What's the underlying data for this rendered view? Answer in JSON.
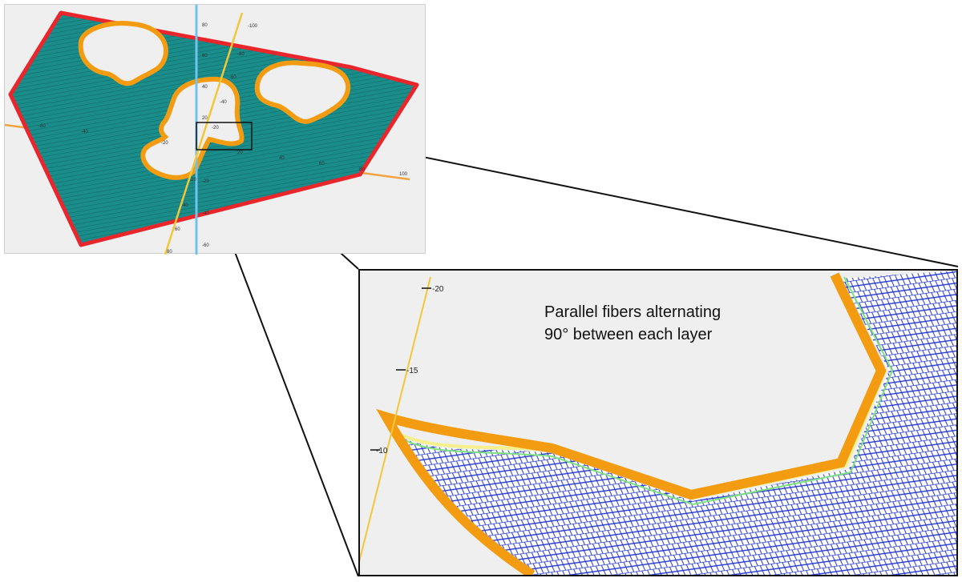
{
  "colors": {
    "part_fill": "#1a8c8a",
    "part_outline": "#e8262b",
    "hole_outline": "#f39c12",
    "blue_axis": "#6fc3ec",
    "orange_axis": "#f4a340",
    "yellow_axis": "#f2c73a",
    "fiber_blue": "#2233cc",
    "fiber_green": "#7ee07e",
    "fiber_yellow": "#f6f08a",
    "background": "#efefef"
  },
  "overview": {
    "blue_axis_ticks": [
      "80",
      "60",
      "40",
      "20",
      "-20",
      "-40",
      "-60"
    ],
    "yellow_axis_ticks": [
      "-100",
      "-80",
      "-60",
      "-40",
      "-20",
      "20",
      "40",
      "60",
      "80"
    ],
    "orange_axis_ticks": [
      "-60",
      "-40",
      "-20",
      "20",
      "40",
      "60",
      "80",
      "100"
    ]
  },
  "detail": {
    "annotation_line1": "Parallel fibers alternating",
    "annotation_line2": "90° between each layer",
    "axis_ticks": [
      "-20",
      "-15",
      "-10"
    ]
  }
}
